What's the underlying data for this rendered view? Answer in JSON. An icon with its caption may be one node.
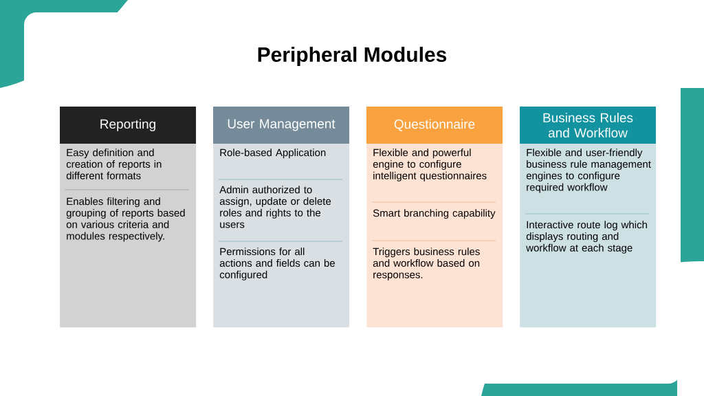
{
  "diagram": {
    "title": "Peripheral Modules",
    "nodes": [
      {
        "text": [
          "Reporting",
          "Easy definition and creation of reports in different formats",
          "Enables filtering and grouping of reports based on various criteria and modules respectively."
        ]
      },
      {
        "text": [
          "User Management",
          "Role-based Application",
          "Admin authorized to assign, update or delete roles and rights to the  users",
          "Permissions for all actions and fields can be configured"
        ]
      },
      {
        "text": [
          "Questionnaire",
          "Flexible and powerful engine to configure intelligent questionnaires",
          "Smart branching capability",
          "Triggers business rules and workflow based on responses."
        ]
      },
      {
        "text": [
          "Business Rules and Workflow",
          "Flexible  and  user-friendly  business  rule management engines to configure required workflow",
          "Interactive route log which displays routing and workflow at each stage"
        ]
      }
    ]
  }
}
